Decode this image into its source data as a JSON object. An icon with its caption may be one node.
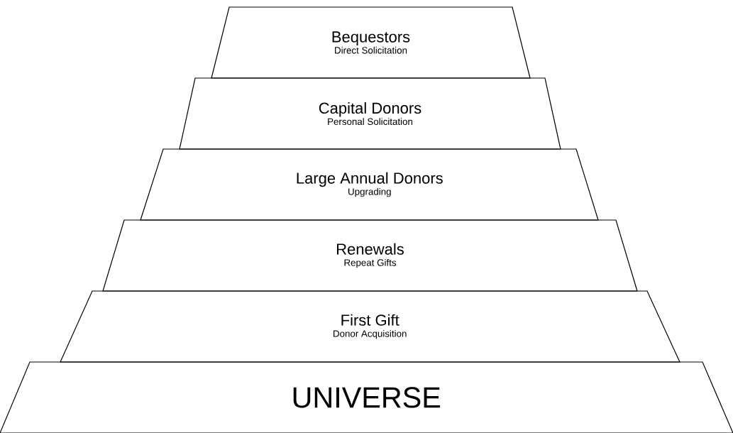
{
  "diagram": {
    "nodes": [
      {
        "text": [
          "Bequestors",
          "Direct Solicitation"
        ]
      },
      {
        "text": [
          "Capital Donors",
          "Personal Solicitation"
        ]
      },
      {
        "text": [
          "Large Annual Donors",
          "Upgrading"
        ]
      },
      {
        "text": [
          "Renewals",
          "Repeat Gifts"
        ]
      },
      {
        "text": [
          "First Gift",
          "Donor Acquisition"
        ]
      },
      {
        "text": [
          "UNIVERSE"
        ]
      }
    ]
  }
}
